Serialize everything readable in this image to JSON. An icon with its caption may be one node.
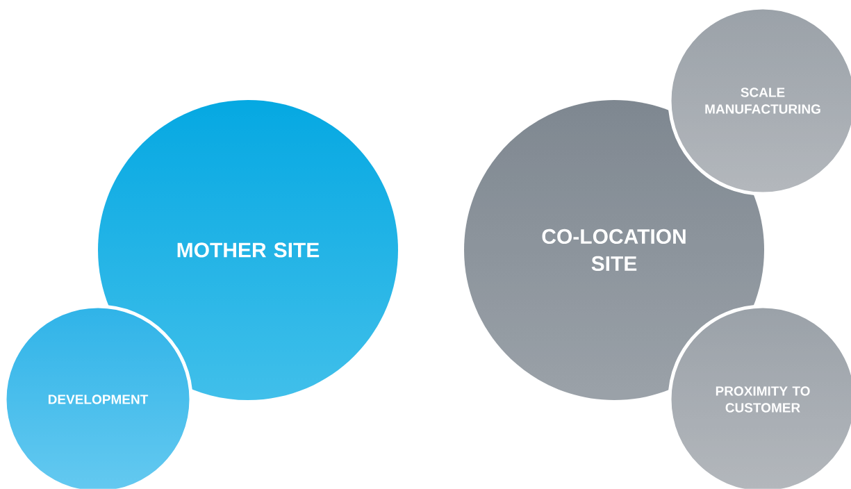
{
  "diagram": {
    "nodes": [
      {
        "text": [
          "MOTHER SITE"
        ]
      },
      {
        "text": [
          "DEVELOPMENT"
        ]
      },
      {
        "text": [
          "CO-LOCATION SITE"
        ]
      },
      {
        "text": [
          "SCALE MANUFACTURING"
        ]
      },
      {
        "text": [
          "PROXIMITY TO CUSTOMER"
        ]
      }
    ]
  }
}
